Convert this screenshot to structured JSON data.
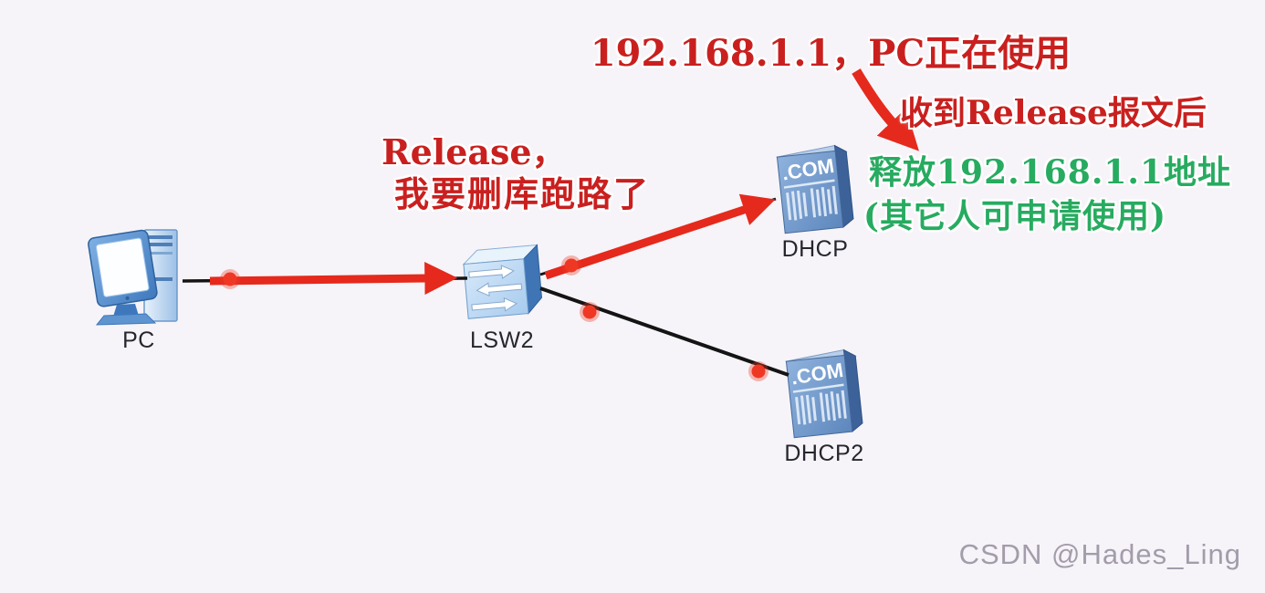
{
  "diagram": {
    "background": "#f6f4f8",
    "devices": [
      {
        "id": "pc",
        "type": "pc",
        "label": "PC"
      },
      {
        "id": "lsw2",
        "type": "switch",
        "label": "LSW2"
      },
      {
        "id": "dhcp",
        "type": "server",
        "label": "DHCP"
      },
      {
        "id": "dhcp2",
        "type": "server",
        "label": "DHCP2"
      }
    ],
    "links": [
      {
        "from": "PC",
        "to": "LSW2",
        "style": "red-packet-arrow"
      },
      {
        "from": "LSW2",
        "to": "DHCP",
        "style": "red-packet-arrow"
      },
      {
        "from": "LSW2",
        "to": "DHCP2",
        "style": "black-line"
      }
    ],
    "icons": {
      "server_text": ".COM"
    },
    "annotations": {
      "ip_in_use": "192.168.1.1，PC正在使用",
      "release_received": "收到Release报文后",
      "release_ip": "释放192.168.1.1地址",
      "others_can_request": "(其它人可申请使用)",
      "release_msg_line1": "Release，",
      "release_msg_line2": "我要删库跑路了"
    },
    "colors": {
      "annotation_red": "#c9201f",
      "annotation_green": "#27ab60",
      "arrow_red": "#e5291c",
      "link_black": "#141414",
      "port_dot_red": "#ef3824",
      "device_label": "#26262e",
      "watermark_gray": "#a39cab"
    },
    "watermark": "CSDN @Hades_Ling"
  }
}
